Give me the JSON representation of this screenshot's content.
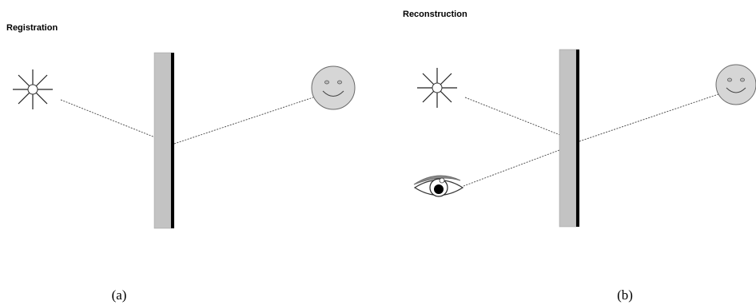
{
  "panels": {
    "registration": {
      "title": "Registration",
      "caption": "(a)"
    },
    "reconstruction": {
      "title": "Reconstruction",
      "caption": "(b)"
    }
  },
  "icons": {
    "light_source": "sun-icon",
    "object": "smiley-face-icon",
    "observer": "eye-icon",
    "hologram_plate": "plate"
  },
  "colors": {
    "plate_gray": "#c3c3c3",
    "plate_edge": "#000000",
    "face_fill": "#d6d6d6",
    "ray": "#555555"
  }
}
